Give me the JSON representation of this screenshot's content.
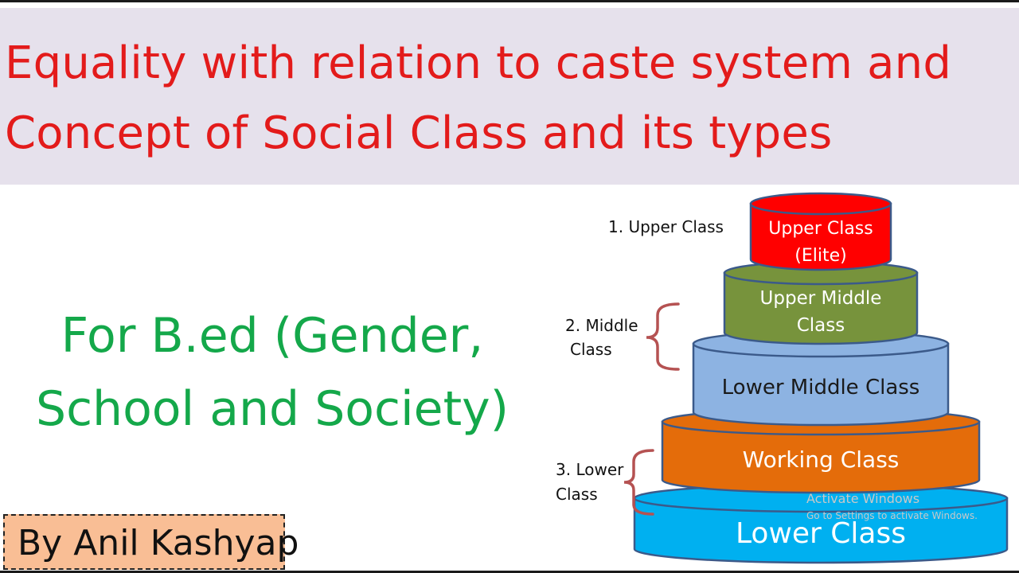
{
  "title": {
    "line1": "Equality with relation to caste system and",
    "line2": "Concept of Social Class and its types"
  },
  "subtitle": {
    "line1": "For B.ed (Gender,",
    "line2": "School and Society)"
  },
  "author": "By Anil Kashyap",
  "pyramid": {
    "tiers": [
      {
        "lines": [
          "Upper Class",
          "(Elite)"
        ],
        "color": "#ff0000"
      },
      {
        "lines": [
          "Upper Middle",
          "Class"
        ],
        "color": "#77933c"
      },
      {
        "lines": [
          "Lower Middle Class"
        ],
        "color": "#8db3e2"
      },
      {
        "lines": [
          "Working Class"
        ],
        "color": "#e46c0a"
      },
      {
        "lines": [
          "Lower Class"
        ],
        "color": "#00b0f0"
      }
    ],
    "outline_color": "#3b5a8a",
    "side_labels": {
      "upper": "1. Upper Class",
      "middle": [
        "2. Middle",
        "Class"
      ],
      "lower": [
        "3. Lower",
        "Class"
      ]
    },
    "brace_color": "#b55252"
  },
  "watermark": {
    "line1": "Activate Windows",
    "line2": "Go to Settings to activate Windows."
  },
  "colors": {
    "title": "#e31b1b",
    "subtitle": "#14a84a",
    "title_band": "#e6e1ec",
    "author_box": "#f9be95"
  }
}
